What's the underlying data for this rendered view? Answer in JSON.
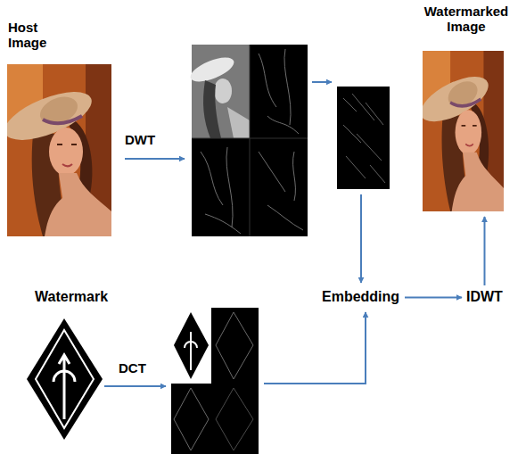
{
  "diagram": {
    "nodes": [
      {
        "text": [
          "Host Image"
        ]
      },
      {
        "text": [
          "Watermarked Image"
        ]
      },
      {
        "text": [
          "Watermark"
        ]
      },
      {
        "text": [
          "Embedding"
        ]
      },
      {
        "text": [
          "IDWT"
        ]
      }
    ],
    "edges": [
      {
        "from": 3,
        "to": 4,
        "arrow": "to"
      },
      {
        "from": 4,
        "to": 1,
        "arrow": "to"
      }
    ],
    "labels": [
      "DWT",
      "DCT"
    ]
  }
}
